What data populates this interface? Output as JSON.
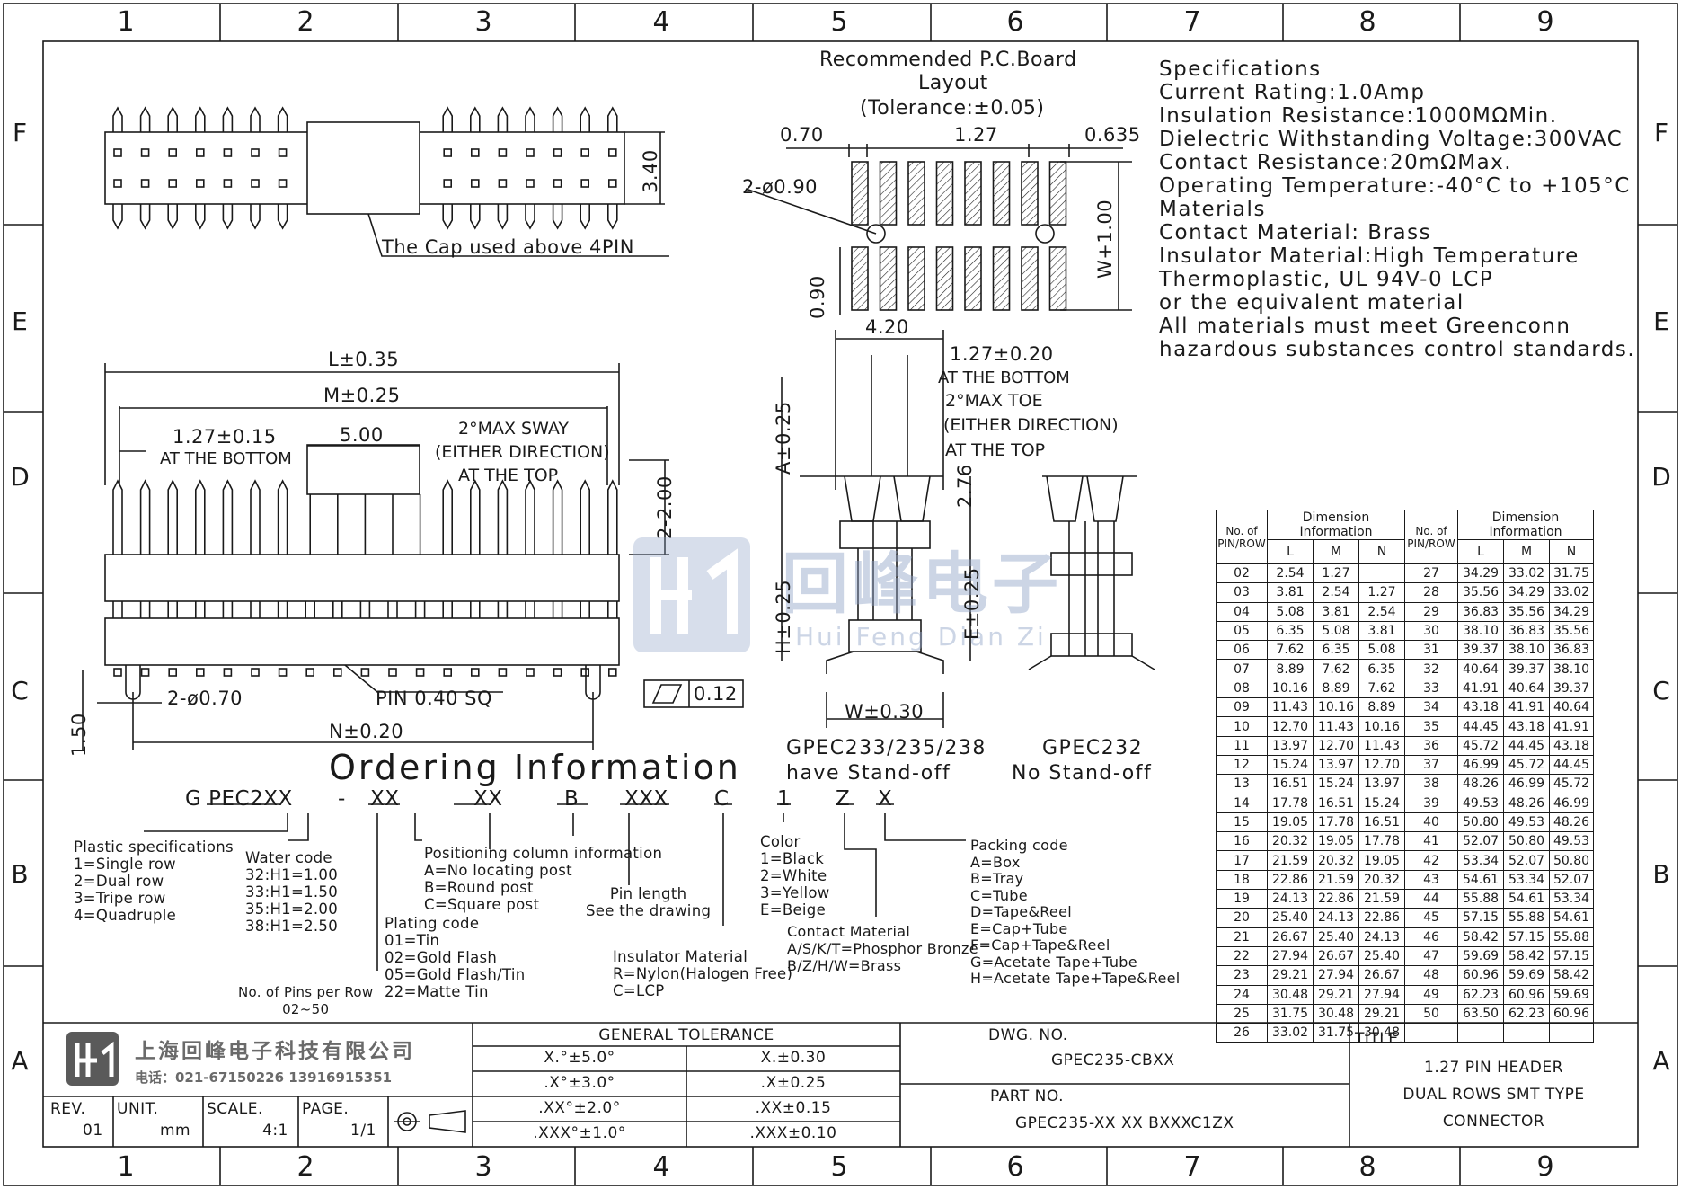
{
  "border": {
    "columns": [
      "1",
      "2",
      "3",
      "4",
      "5",
      "6",
      "7",
      "8",
      "9"
    ],
    "rows": [
      "F",
      "E",
      "D",
      "C",
      "B",
      "A"
    ]
  },
  "board_layout": {
    "title_line1": "Recommended P.C.Board",
    "title_line2": "Layout",
    "tolerance": "(Tolerance:±0.05)",
    "dim_070": "0.70",
    "dim_127": "1.27",
    "dim_0635": "0.635",
    "dim_holes": "2-ø0.90",
    "dim_w100": "W+1.00",
    "dim_090": "0.90"
  },
  "specs": {
    "lines": [
      "Specifications",
      "Current Rating:1.0Amp",
      "Insulation Resistance:1000MΩMin.",
      "Dielectric Withstanding Voltage:300VAC",
      "Contact Resistance:20mΩMax.",
      "Operating Temperature:-40°C to +105°C",
      "Materials",
      "Contact Material: Brass",
      "Insulator Material:High Temperature",
      "Thermoplastic, UL 94V-0 LCP",
      "or the equivalent material",
      "All materials must meet Greenconn",
      "hazardous substances control standards."
    ]
  },
  "top_view": {
    "dim_340": "3.40",
    "cap_note": "The Cap used above 4PIN"
  },
  "front_view": {
    "dim_L": "L±0.35",
    "dim_M": "M±0.25",
    "dim_pitch": "1.27±0.15",
    "at_bottom": "AT THE BOTTOM",
    "dim_500": "5.00",
    "sway1": "2°MAX SWAY",
    "sway2": "(EITHER DIRECTION)",
    "sway3": "AT THE TOP",
    "dim_200": "2-2.00",
    "dim_holes": "2-ø0.70",
    "pin_sq": "PIN 0.40 SQ",
    "flat": "0.12",
    "dim_150": "1.50",
    "dim_N": "N±0.20"
  },
  "side_view": {
    "dim_420": "4.20",
    "dim_127": "1.27±0.20",
    "at_bottom": "AT THE BOTTOM",
    "toe1": "2°MAX TOE",
    "toe2": "(EITHER DIRECTION)",
    "toe3": "AT THE TOP",
    "dim_A": "A±0.25",
    "dim_276": "2.76",
    "dim_H": "H±0.25",
    "dim_E": "E±0.25",
    "dim_W": "W±0.30",
    "cap1a": "GPEC233/235/238",
    "cap1b": "have Stand-off",
    "cap2a": "GPEC232",
    "cap2b": "No Stand-off"
  },
  "watermark": {
    "chinese": "回峰电子",
    "pinyin": "Hui Feng Dian Zi"
  },
  "ordering": {
    "title": "Ordering Information",
    "code": [
      "G PEC2XX",
      "-",
      "XX",
      "XX",
      "B",
      "XXX",
      "C",
      "1",
      "Z",
      "X"
    ],
    "plastic": [
      "Plastic specifications",
      "1=Single row",
      "2=Dual row",
      "3=Tripe row",
      "4=Quadruple"
    ],
    "water": [
      "Water code",
      "32:H1=1.00",
      "33:H1=1.50",
      "35:H1=2.00",
      "38:H1=2.50"
    ],
    "positioning": [
      "Positioning column information",
      "A=No locating post",
      "B=Round post",
      "C=Square post"
    ],
    "plating": [
      "Plating code",
      "01=Tin",
      "02=Gold Flash",
      "05=Gold Flash/Tin",
      "22=Matte Tin"
    ],
    "pins": [
      "No. of Pins per Row",
      "02~50"
    ],
    "pinlength": [
      "Pin length",
      "See the drawing"
    ],
    "insulator": [
      "Insulator Material",
      "R=Nylon(Halogen Free)",
      "C=LCP"
    ],
    "color": [
      "Color",
      "1=Black",
      "2=White",
      "3=Yellow",
      "E=Beige"
    ],
    "contact": [
      "Contact Material",
      "A/S/K/T=Phosphor Bronze",
      "B/Z/H/W=Brass"
    ],
    "packing": [
      "Packing code",
      "A=Box",
      "B=Tray",
      "C=Tube",
      "D=Tape&Reel",
      "E=Cap+Tube",
      "F=Cap+Tape&Reel",
      "G=Acetate Tape+Tube",
      "H=Acetate Tape+Tape&Reel"
    ]
  },
  "dim_table": {
    "header_no": "No. of PIN/ROW",
    "header_dim": "Dimension Information",
    "cols": [
      "L",
      "M",
      "N"
    ],
    "left": [
      [
        "02",
        "2.54",
        "1.27",
        ""
      ],
      [
        "03",
        "3.81",
        "2.54",
        "1.27"
      ],
      [
        "04",
        "5.08",
        "3.81",
        "2.54"
      ],
      [
        "05",
        "6.35",
        "5.08",
        "3.81"
      ],
      [
        "06",
        "7.62",
        "6.35",
        "5.08"
      ],
      [
        "07",
        "8.89",
        "7.62",
        "6.35"
      ],
      [
        "08",
        "10.16",
        "8.89",
        "7.62"
      ],
      [
        "09",
        "11.43",
        "10.16",
        "8.89"
      ],
      [
        "10",
        "12.70",
        "11.43",
        "10.16"
      ],
      [
        "11",
        "13.97",
        "12.70",
        "11.43"
      ],
      [
        "12",
        "15.24",
        "13.97",
        "12.70"
      ],
      [
        "13",
        "16.51",
        "15.24",
        "13.97"
      ],
      [
        "14",
        "17.78",
        "16.51",
        "15.24"
      ],
      [
        "15",
        "19.05",
        "17.78",
        "16.51"
      ],
      [
        "16",
        "20.32",
        "19.05",
        "17.78"
      ],
      [
        "17",
        "21.59",
        "20.32",
        "19.05"
      ],
      [
        "18",
        "22.86",
        "21.59",
        "20.32"
      ],
      [
        "19",
        "24.13",
        "22.86",
        "21.59"
      ],
      [
        "20",
        "25.40",
        "24.13",
        "22.86"
      ],
      [
        "21",
        "26.67",
        "25.40",
        "24.13"
      ],
      [
        "22",
        "27.94",
        "26.67",
        "25.40"
      ],
      [
        "23",
        "29.21",
        "27.94",
        "26.67"
      ],
      [
        "24",
        "30.48",
        "29.21",
        "27.94"
      ],
      [
        "25",
        "31.75",
        "30.48",
        "29.21"
      ],
      [
        "26",
        "33.02",
        "31.75",
        "30.48"
      ]
    ],
    "right": [
      [
        "27",
        "34.29",
        "33.02",
        "31.75"
      ],
      [
        "28",
        "35.56",
        "34.29",
        "33.02"
      ],
      [
        "29",
        "36.83",
        "35.56",
        "34.29"
      ],
      [
        "30",
        "38.10",
        "36.83",
        "35.56"
      ],
      [
        "31",
        "39.37",
        "38.10",
        "36.83"
      ],
      [
        "32",
        "40.64",
        "39.37",
        "38.10"
      ],
      [
        "33",
        "41.91",
        "40.64",
        "39.37"
      ],
      [
        "34",
        "43.18",
        "41.91",
        "40.64"
      ],
      [
        "35",
        "44.45",
        "43.18",
        "41.91"
      ],
      [
        "36",
        "45.72",
        "44.45",
        "43.18"
      ],
      [
        "37",
        "46.99",
        "45.72",
        "44.45"
      ],
      [
        "38",
        "48.26",
        "46.99",
        "45.72"
      ],
      [
        "39",
        "49.53",
        "48.26",
        "46.99"
      ],
      [
        "40",
        "50.80",
        "49.53",
        "48.26"
      ],
      [
        "41",
        "52.07",
        "50.80",
        "49.53"
      ],
      [
        "42",
        "53.34",
        "52.07",
        "50.80"
      ],
      [
        "43",
        "54.61",
        "53.34",
        "52.07"
      ],
      [
        "44",
        "55.88",
        "54.61",
        "53.34"
      ],
      [
        "45",
        "57.15",
        "55.88",
        "54.61"
      ],
      [
        "46",
        "58.42",
        "57.15",
        "55.88"
      ],
      [
        "47",
        "59.69",
        "58.42",
        "57.15"
      ],
      [
        "48",
        "60.96",
        "59.69",
        "58.42"
      ],
      [
        "49",
        "62.23",
        "60.96",
        "59.69"
      ],
      [
        "50",
        "63.50",
        "62.23",
        "60.96"
      ],
      [
        "",
        "",
        "",
        ""
      ]
    ]
  },
  "title_block": {
    "company": "上海回峰电子科技有限公司",
    "phone": "电话：021-67150226 13916915351",
    "rev_label": "REV.",
    "rev": "01",
    "unit_label": "UNIT.",
    "unit": "mm",
    "scale_label": "SCALE.",
    "scale": "4:1",
    "page_label": "PAGE.",
    "page": "1/1",
    "tol_title": "GENERAL TOLERANCE",
    "tol": [
      [
        "X.°±5.0°",
        "X.±0.30"
      ],
      [
        ".X°±3.0°",
        ".X±0.25"
      ],
      [
        ".XX°±2.0°",
        ".XX±0.15"
      ],
      [
        ".XXX°±1.0°",
        ".XXX±0.10"
      ]
    ],
    "dwg_label": "DWG. NO.",
    "dwg": "GPEC235-CBXX",
    "part_label": "PART NO.",
    "part": "GPEC235-XX XX BXXXC1ZX",
    "title_label": "TITLE.",
    "title_lines": [
      "1.27 PIN HEADER",
      "DUAL ROWS SMT TYPE",
      "CONNECTOR"
    ]
  }
}
